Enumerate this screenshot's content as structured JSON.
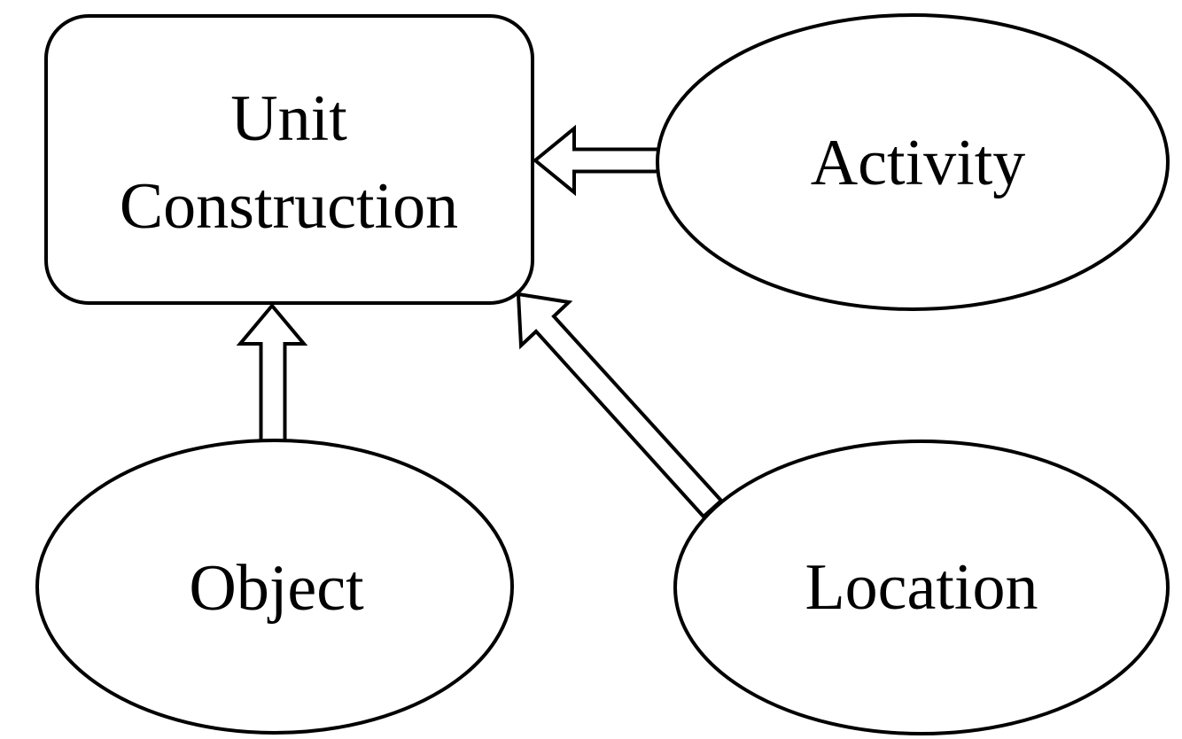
{
  "diagram": {
    "background_color": "#ffffff",
    "line_color": "#000000",
    "text_color": "#000000",
    "nodes": {
      "unit_construction": {
        "label": "Unit Construction",
        "label_lines": [
          "Unit",
          "Construction"
        ],
        "shape": "rounded-rectangle"
      },
      "activity": {
        "label": "Activity",
        "shape": "ellipse"
      },
      "object": {
        "label": "Object",
        "shape": "ellipse"
      },
      "location": {
        "label": "Location",
        "shape": "ellipse"
      }
    },
    "edges": [
      {
        "from": "Activity",
        "to": "Unit Construction",
        "style": "hollow-outline-arrow"
      },
      {
        "from": "Object",
        "to": "Unit Construction",
        "style": "hollow-outline-arrow"
      },
      {
        "from": "Location",
        "to": "Unit Construction",
        "style": "hollow-outline-arrow"
      }
    ]
  }
}
